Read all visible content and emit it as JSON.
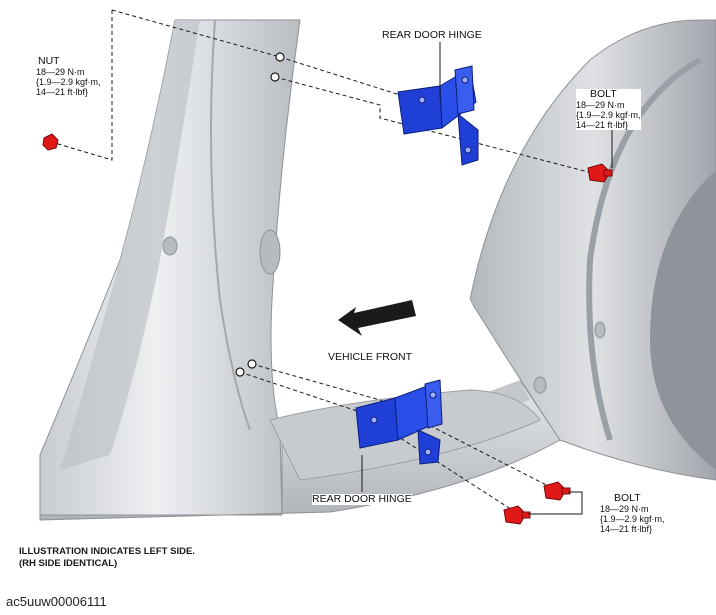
{
  "labels": {
    "nut": {
      "name": "NUT",
      "spec1": "18—29 N·m",
      "spec2": "{1.9—2.9 kgf·m,",
      "spec3": "14—21 ft·lbf}"
    },
    "rear_door_hinge_upper": "REAR DOOR HINGE",
    "bolt_upper": {
      "name": "BOLT",
      "spec1": "18—29 N·m",
      "spec2": "{1.9—2.9 kgf·m,",
      "spec3": "14—21 ft·lbf}"
    },
    "vehicle_front": "VEHICLE FRONT",
    "rear_door_hinge_lower": "REAR DOOR HINGE",
    "bolt_lower": {
      "name": "BOLT",
      "spec1": "18—29 N·m",
      "spec2": "{1.9—2.9 kgf·m,",
      "spec3": "14—21 ft·lbf}"
    }
  },
  "note": {
    "line1": "ILLUSTRATION INDICATES LEFT SIDE.",
    "line2": "(RH SIDE IDENTICAL)"
  },
  "figure_code": "ac5uuw00006111",
  "colors": {
    "hinge": "#1f3fd6",
    "fastener": "#e01818",
    "body_panel": "#d4d6d9",
    "body_shadow": "#a9adb3",
    "line": "#222222"
  }
}
